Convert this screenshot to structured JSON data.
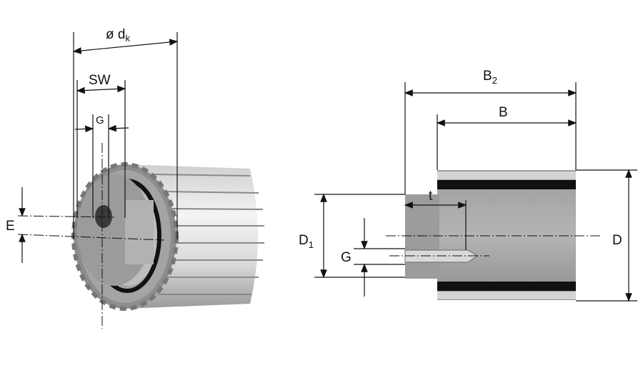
{
  "left_view": {
    "labels": {
      "dk_prefix": "ø d",
      "dk_sub": "k",
      "sw": "SW",
      "g": "G",
      "e": "E"
    }
  },
  "right_view": {
    "labels": {
      "b2": "B",
      "b2_sub": "2",
      "b": "B",
      "t": "t",
      "d1": "D",
      "d1_sub": "1",
      "g": "G",
      "d": "D"
    }
  },
  "colors": {
    "metal_light": "#e6e6e6",
    "metal_mid": "#a8a8a8",
    "metal_dark": "#7a7a7a",
    "seal": "#111111"
  }
}
